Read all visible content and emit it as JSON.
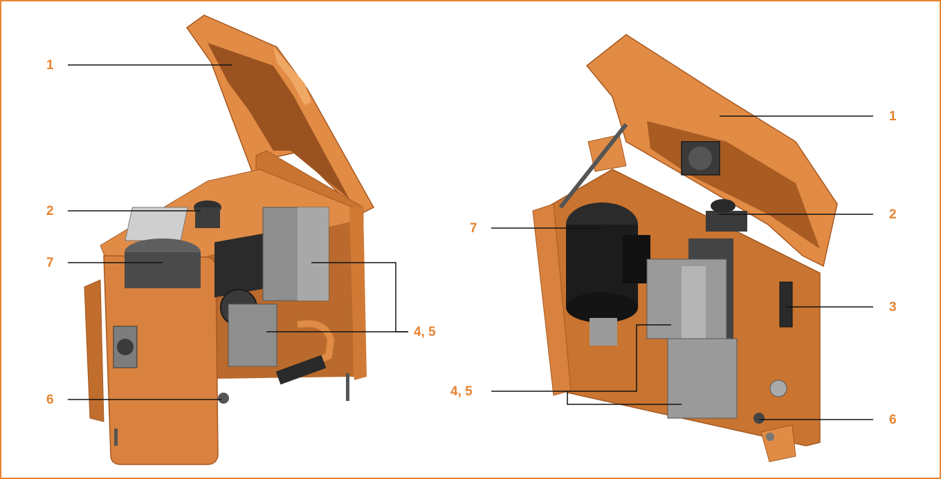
{
  "colors": {
    "border": "#e8822f",
    "label": "#e8822f",
    "body": "#d9823f",
    "body_dark": "#a65820",
    "interior": "#b96a2c",
    "lid": "#e28b45",
    "component_grey": "#8f8f8f",
    "component_dark": "#555555",
    "motor_black": "#1c1c1c",
    "leader_line": "#111111"
  },
  "left_view": {
    "callouts": [
      {
        "text": "1"
      },
      {
        "text": "2"
      },
      {
        "text": "7"
      },
      {
        "text": "4, 5"
      },
      {
        "text": "6"
      }
    ]
  },
  "right_view": {
    "callouts": [
      {
        "text": "1"
      },
      {
        "text": "2"
      },
      {
        "text": "7"
      },
      {
        "text": "3"
      },
      {
        "text": "4, 5"
      },
      {
        "text": "6"
      }
    ]
  }
}
